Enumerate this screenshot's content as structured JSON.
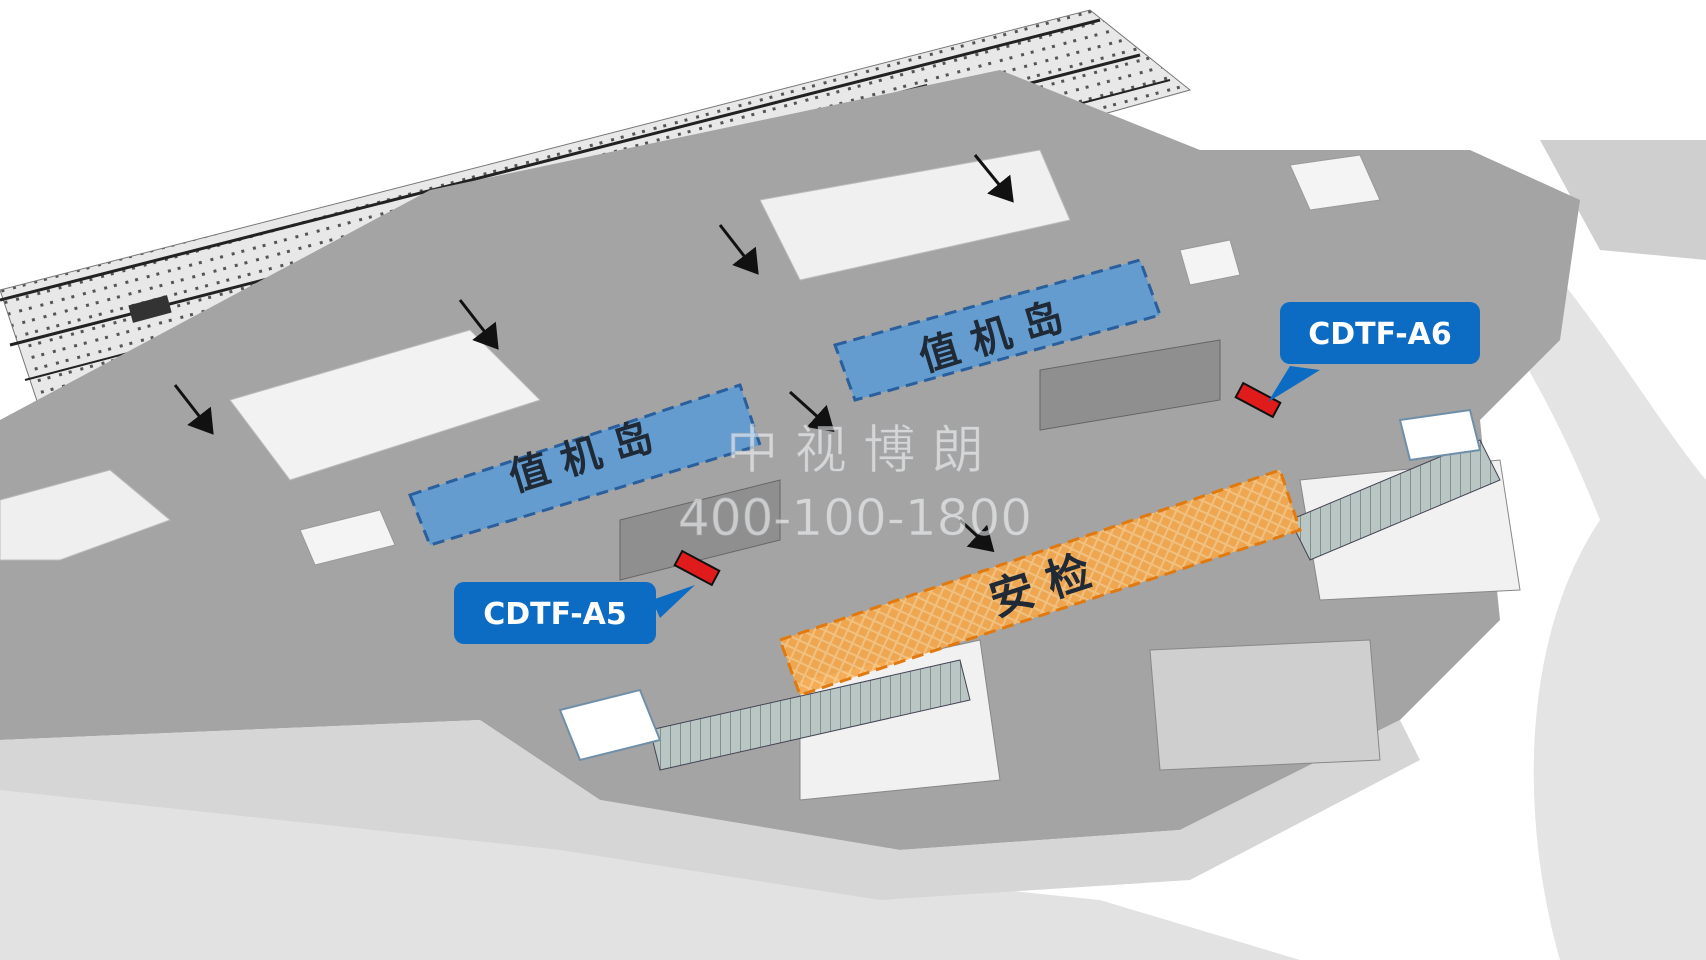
{
  "zones": {
    "checkin_left": "值 机 岛",
    "checkin_right": "值 机 岛",
    "security": "安    检"
  },
  "ad_spots": [
    {
      "id": "CDTF-A5"
    },
    {
      "id": "CDTF-A6"
    }
  ],
  "watermark": {
    "line1": "中 视 博 朗",
    "line2": "400-100-1800"
  },
  "colors": {
    "checkin_fill": "#5b9bd5",
    "security_fill": "#f4a64a",
    "callout_fill": "#0c6cc4",
    "ad_marker": "#e01b1b",
    "floor": "#9c9c9c",
    "ground": "#e9e9e9"
  }
}
